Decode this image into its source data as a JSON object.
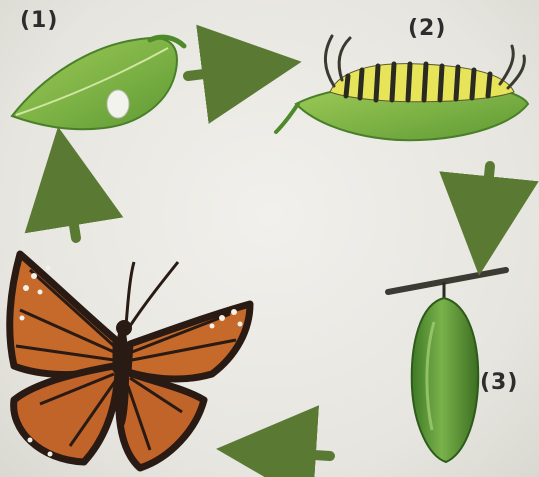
{
  "stages": [
    {
      "id": "egg-on-leaf",
      "label": "(1)"
    },
    {
      "id": "caterpillar",
      "label": "(2)"
    },
    {
      "id": "chrysalis",
      "label": "(3)"
    },
    {
      "id": "butterfly",
      "label": ""
    }
  ],
  "colors": {
    "background": "#e9e8e3",
    "leaf": "#7db542",
    "leaf_dark": "#4f8a2a",
    "arrow": "#5a7a34",
    "caterpillar_yellow": "#e8e45a",
    "caterpillar_black": "#2a2a22",
    "chrysalis": "#5e9a3a",
    "wing_orange": "#c56a2a",
    "wing_black": "#2a1a14"
  }
}
